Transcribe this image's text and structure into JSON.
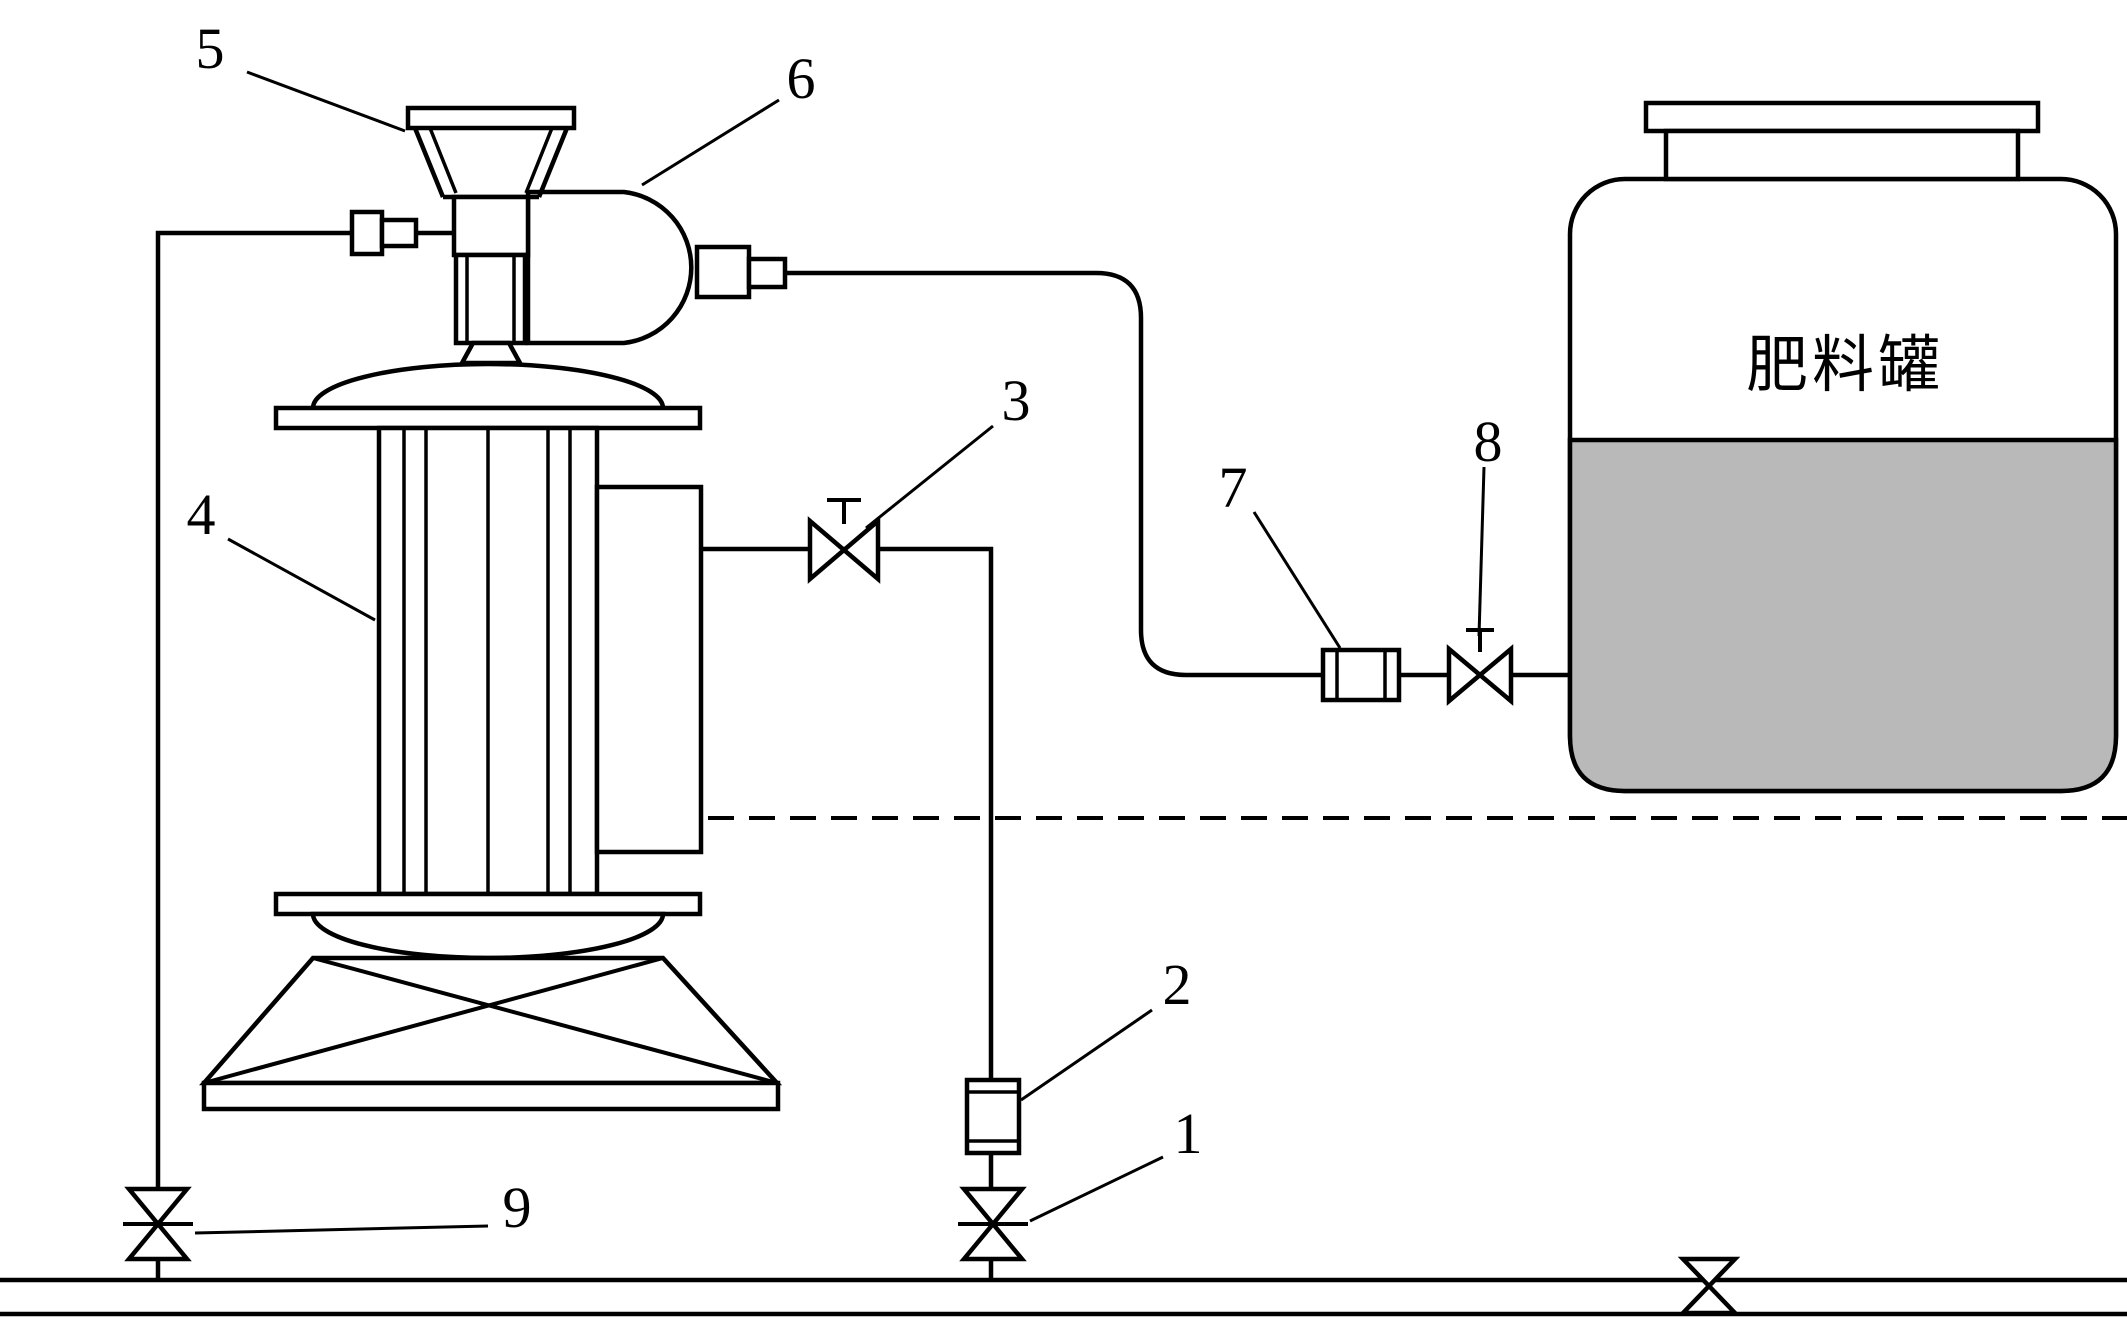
{
  "diagram": {
    "tank_label": "肥料罐",
    "part_labels": {
      "n1": "1",
      "n2": "2",
      "n3": "3",
      "n4": "4",
      "n5": "5",
      "n6": "6",
      "n7": "7",
      "n8": "8",
      "n9": "9"
    },
    "colors": {
      "line": "#000000",
      "background": "#ffffff",
      "tank_liquid": "#b9b9b9"
    }
  }
}
